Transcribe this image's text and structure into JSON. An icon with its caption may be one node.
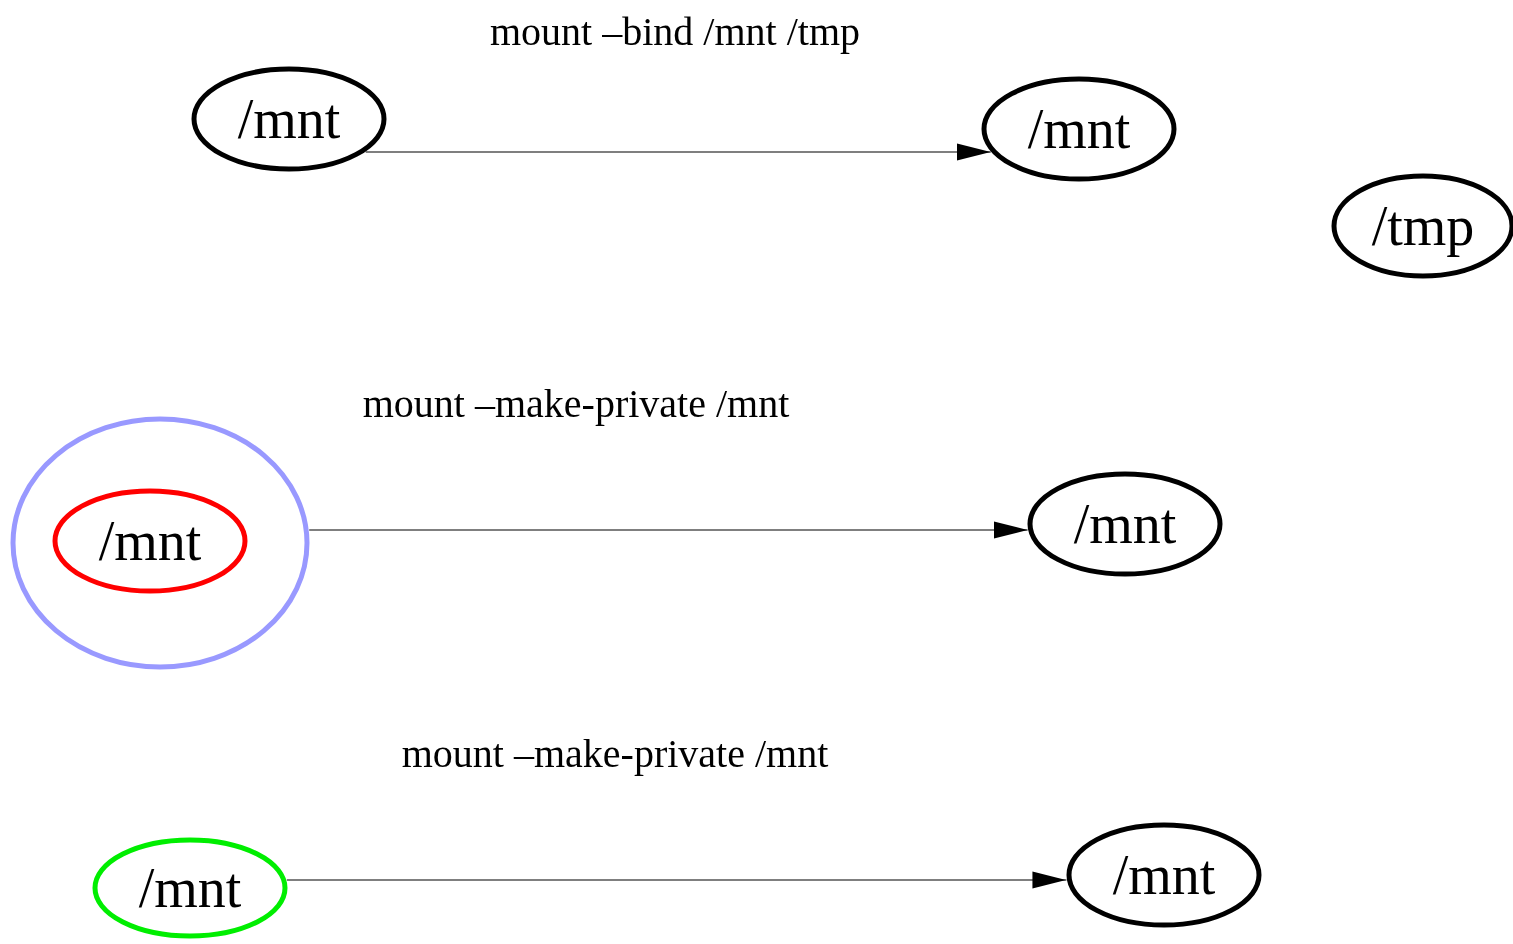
{
  "diagram": {
    "nodes": [
      {
        "text": [
          "/mnt"
        ]
      },
      {
        "text": [
          "/mnt"
        ]
      },
      {
        "text": [
          "/tmp"
        ]
      },
      {
        "text": [],
        "shape": "circle"
      },
      {
        "text": [
          "/mnt"
        ],
        "in": 3
      },
      {
        "text": [
          "/mnt"
        ]
      },
      {
        "text": [
          "/mnt"
        ]
      },
      {
        "text": [
          "/mnt"
        ]
      }
    ],
    "edges": [
      {
        "from": 0,
        "to": 1,
        "arrow": "to",
        "label": "mount –bind /mnt /tmp"
      },
      {
        "from": 3,
        "to": 5,
        "arrow": "to",
        "label": "mount –make-private /mnt"
      },
      {
        "from": 6,
        "to": 7,
        "arrow": "to",
        "label": "mount –make-private /mnt"
      }
    ]
  }
}
